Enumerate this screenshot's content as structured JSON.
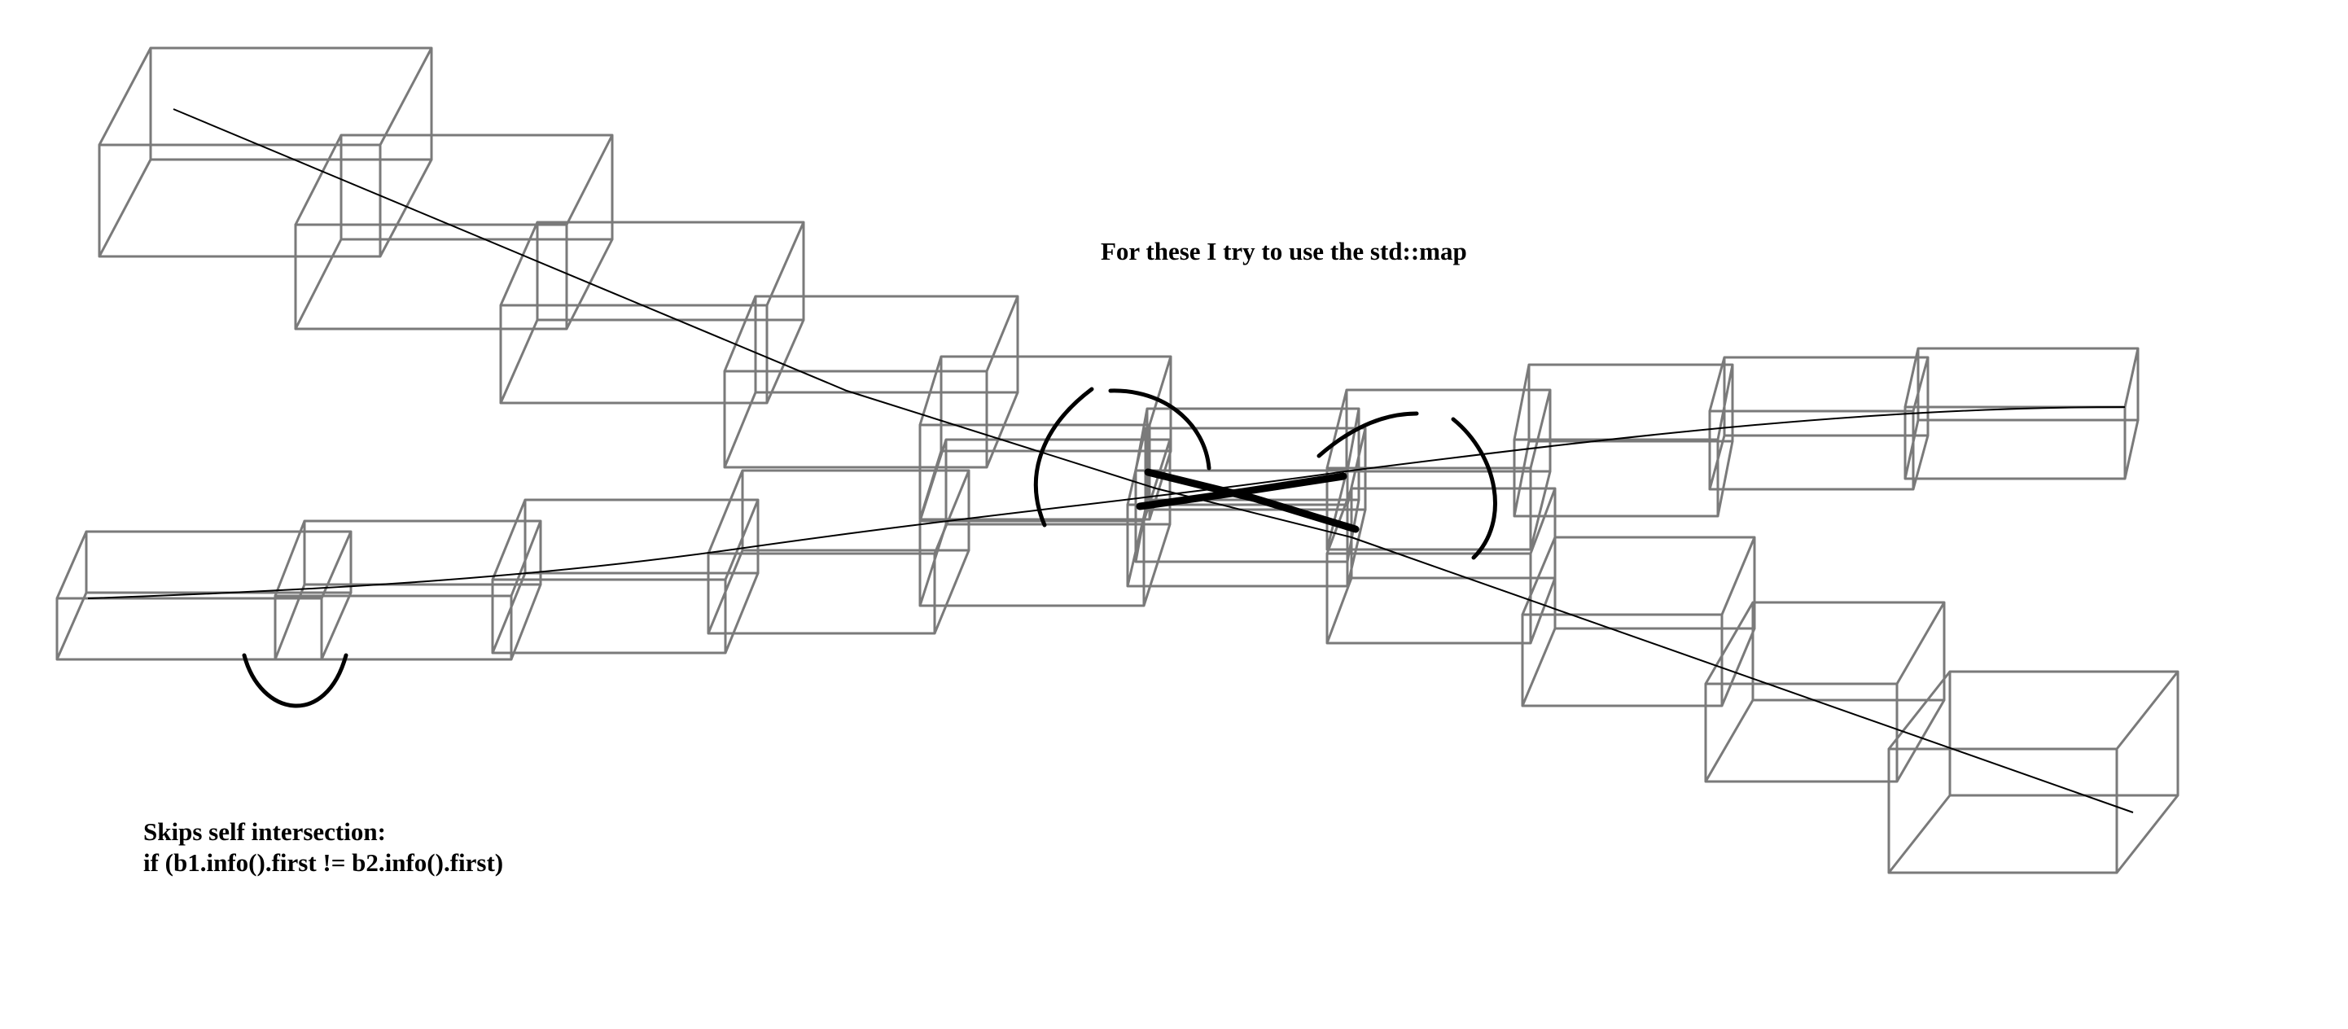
{
  "annotations": {
    "map_note": "For these I try to use the std::map",
    "self_intersection_title": "Skips self intersection:",
    "self_intersection_code": "if (b1.info().first != b2.info().first)"
  },
  "colors": {
    "box_edges": "#7a7a7a",
    "curve_lines": "#000000",
    "pen_marks": "#000000",
    "background": "#ffffff"
  }
}
